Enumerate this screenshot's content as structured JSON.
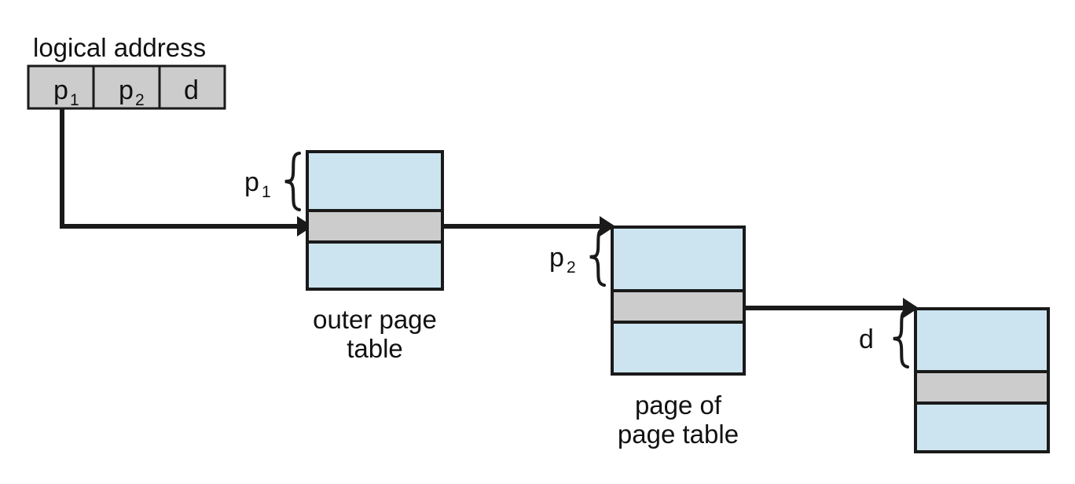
{
  "diagram": {
    "title": "two-level paging address translation",
    "heading": "logical address",
    "address_box": {
      "name": "logical-address-box",
      "fields": [
        {
          "label": "p",
          "subscript": "1"
        },
        {
          "label": "p",
          "subscript": "2"
        },
        {
          "label": "d",
          "subscript": ""
        }
      ]
    },
    "tables": [
      {
        "name": "outer-page-table",
        "caption_lines": [
          "outer page",
          "table"
        ],
        "brace_label": "p",
        "brace_subscript": "1",
        "bands": [
          "blue",
          "gray",
          "blue"
        ]
      },
      {
        "name": "page-of-page-table",
        "caption_lines": [
          "page of",
          "page table"
        ],
        "brace_label": "p",
        "brace_subscript": "2",
        "bands": [
          "blue",
          "gray",
          "blue"
        ]
      },
      {
        "name": "memory-frame",
        "caption_lines": [],
        "brace_label": "d",
        "brace_subscript": "",
        "bands": [
          "blue",
          "gray",
          "blue"
        ]
      }
    ],
    "connectors": [
      {
        "name": "p1-to-outer-page-table"
      },
      {
        "name": "outer-page-table-to-page-of-page-table"
      },
      {
        "name": "page-of-page-table-to-memory-frame"
      }
    ],
    "colors": {
      "blue_band": "#cce4f0",
      "gray_band": "#cccccc",
      "address_cell": "#cccccc",
      "stroke": "#1a1a1a",
      "text": "#111111",
      "background": "#ffffff"
    }
  }
}
